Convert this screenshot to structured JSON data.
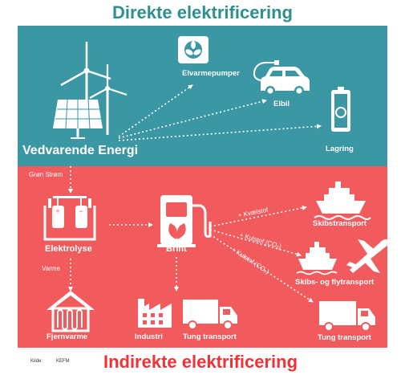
{
  "title_top": "Direkte elektrificering",
  "title_bottom": "Indirekte elektrificering",
  "nodes": {
    "vedvarende_energi": "Vedvarende Energi",
    "elvarmepumper": "Elvarmepumper",
    "elbil": "Elbil",
    "lagring": "Lagring",
    "elektrolyse": "Elektrolyse",
    "brint": "Brint",
    "skibstransport": "Skibstransport",
    "skibs_fly": "Skibs- og flytransport",
    "fjernvarme": "Fjernvarme",
    "industri": "Industri",
    "tung_transport_1": "Tung transport",
    "tung_transport_2": "Tung transport"
  },
  "edge_labels": {
    "gron_strom": "Grøn Strøm",
    "varme": "Varme",
    "kvaelstof": "+ Kvælstof",
    "kulstof_1": "+ Kulstof (CO₂)",
    "kulstof_2": "+ Kulstof (CO₂)"
  },
  "source_label": "Kilde:",
  "source_value": "KEFM",
  "colors": {
    "teal": "#3b97a4",
    "red": "#f25b5e",
    "title_teal": "#2e8f8f",
    "title_red": "#ee3338"
  },
  "icons": [
    "wind-turbine-icon",
    "solar-panel-icon",
    "heat-pump-icon",
    "car-icon",
    "battery-icon",
    "electrolyser-icon",
    "fuel-pump-icon",
    "ship-icon",
    "airplane-icon",
    "district-heating-icon",
    "factory-icon",
    "truck-icon"
  ]
}
